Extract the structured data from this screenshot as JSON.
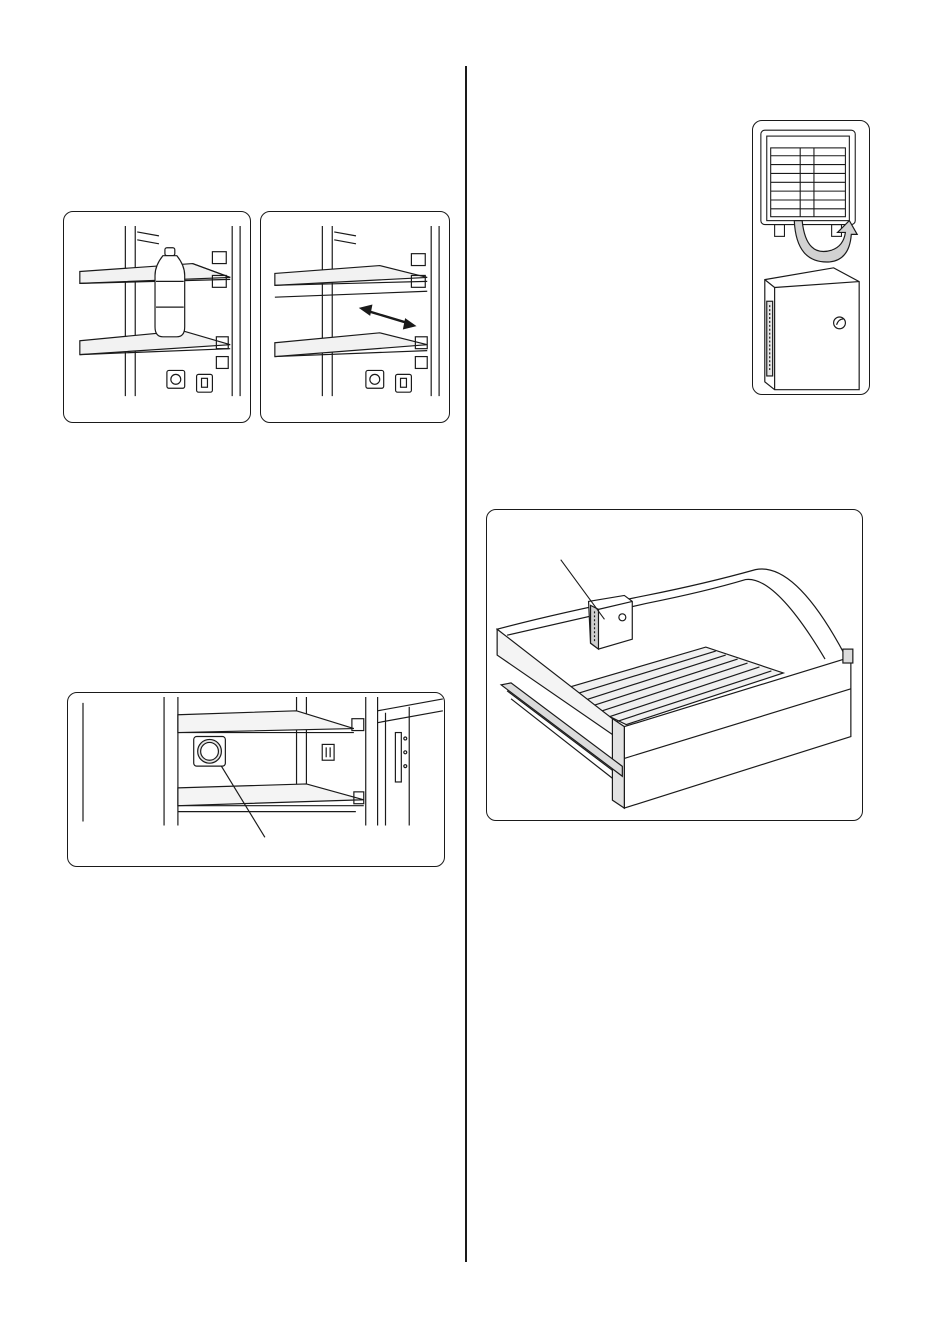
{
  "page": {
    "figures": [
      {
        "id": "shelf-bottle",
        "description_icons": [
          "shelf-icon",
          "bottle-icon",
          "button-icon"
        ]
      },
      {
        "id": "shelf-slide",
        "description_icons": [
          "shelf-icon",
          "double-arrow-icon",
          "button-icon"
        ]
      },
      {
        "id": "odor-filter",
        "description_icons": [
          "filter-icon",
          "shelf-icon"
        ]
      },
      {
        "id": "filter-cover",
        "description_icons": [
          "filter-grid-icon",
          "curved-arrow-icon",
          "leaf-icon"
        ]
      },
      {
        "id": "crisper-drawer",
        "description_icons": [
          "drawer-icon",
          "filter-box-icon"
        ]
      }
    ]
  },
  "colors": {
    "line": "#1a1a1a",
    "fill_light": "#e6e6e6",
    "fill_mid": "#c8c8c8",
    "background": "#ffffff"
  }
}
